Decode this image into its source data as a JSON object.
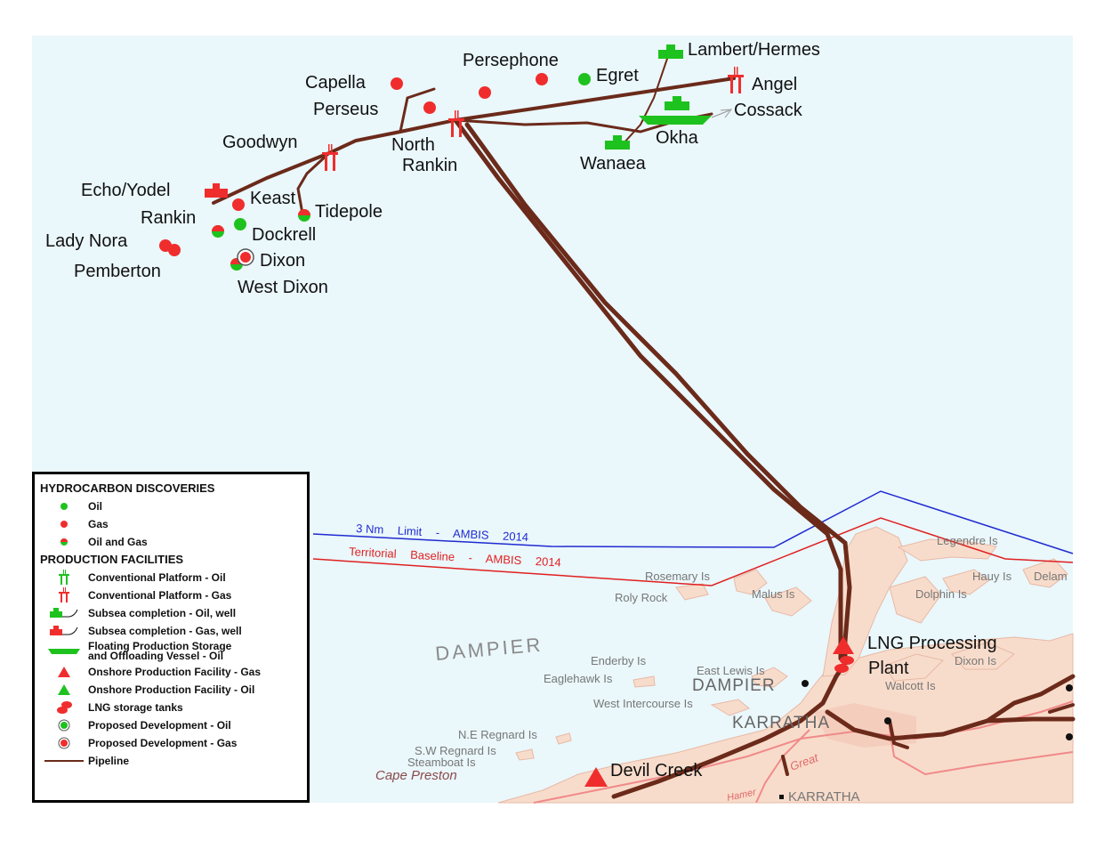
{
  "fields": [
    {
      "name": "Capella",
      "type": "gas"
    },
    {
      "name": "Persephone",
      "type": "gas"
    },
    {
      "name": "Egret",
      "type": "oil"
    },
    {
      "name": "Lambert/Hermes",
      "type": "subsea-oil"
    },
    {
      "name": "Angel",
      "type": "platform-gas"
    },
    {
      "name": "Perseus",
      "type": "gas"
    },
    {
      "name": "Cossack",
      "type": "subsea-oil"
    },
    {
      "name": "North Rankin",
      "type": "platform-gas"
    },
    {
      "name": "Okha",
      "type": "fpso-oil"
    },
    {
      "name": "Goodwyn",
      "type": "platform-gas"
    },
    {
      "name": "Wanaea",
      "type": "subsea-oil"
    },
    {
      "name": "Echo/Yodel",
      "type": "subsea-gas"
    },
    {
      "name": "Keast",
      "type": "gas"
    },
    {
      "name": "Tidepole",
      "type": "oil-and-gas"
    },
    {
      "name": "Rankin",
      "type": "oil-and-gas"
    },
    {
      "name": "Dockrell",
      "type": "oil"
    },
    {
      "name": "Lady Nora",
      "type": "gas"
    },
    {
      "name": "Dixon",
      "type": "proposed-gas"
    },
    {
      "name": "Pemberton",
      "type": "gas"
    },
    {
      "name": "West Dixon",
      "type": "oil-and-gas"
    }
  ],
  "labels": {
    "north_rankin_l1": "North",
    "north_rankin_l2": "Rankin",
    "lng_l1": "LNG Processing",
    "lng_l2": "Plant",
    "devil_creek": "Devil Creek"
  },
  "boundaries": {
    "nm_limit": [
      "3 Nm",
      "Limit",
      "-",
      "AMBIS",
      "2014"
    ],
    "territorial": [
      "Territorial",
      "Baseline",
      "-",
      "AMBIS",
      "2014"
    ]
  },
  "places": {
    "region": "DAMPIER",
    "dampier_town": "DAMPIER",
    "karratha_town": "KARRATHA",
    "karratha_small": "KARRATHA",
    "cape_preston": "Cape Preston",
    "road": "Great",
    "road2": "Hamer"
  },
  "islands": [
    "Legendre Is",
    "Hauy Is",
    "Delam",
    "Rosemary Is",
    "Roly Rock",
    "Malus Is",
    "Dolphin Is",
    "Enderby Is",
    "East Lewis Is",
    "Eaglehawk Is",
    "Dixon Is",
    "Walcott Is",
    "West Intercourse Is",
    "N.E Regnard Is",
    "S.W Regnard Is",
    "Steamboat Is"
  ],
  "legend": {
    "discoveries_title": "HYDROCARBON DISCOVERIES",
    "oil": "Oil",
    "gas": "Gas",
    "oil_and_gas": "Oil and Gas",
    "facilities_title": "PRODUCTION FACILITIES",
    "platform_oil": "Conventional Platform - Oil",
    "platform_gas": "Conventional Platform - Gas",
    "subsea_oil": "Subsea completion - Oil, well",
    "subsea_gas": "Subsea completion - Gas, well",
    "fpso_l1": "Floating Production Storage",
    "fpso_l2": "and Offloading Vessel - Oil",
    "onshore_gas": "Onshore Production Facility - Gas",
    "onshore_oil": "Onshore Production Facility - Oil",
    "lng_tanks": "LNG storage tanks",
    "proposed_oil": "Proposed Development - Oil",
    "proposed_gas": "Proposed Development - Gas",
    "pipeline": "Pipeline"
  },
  "colors": {
    "sea": "#eaf7fb",
    "land": "#f8dccb",
    "pipeline": "#6b2a1a",
    "oil": "#1ec21e",
    "gas": "#f02d2d",
    "nm_limit": "#1f2bd0",
    "territorial": "#e02020",
    "road": "#f08a8a"
  }
}
